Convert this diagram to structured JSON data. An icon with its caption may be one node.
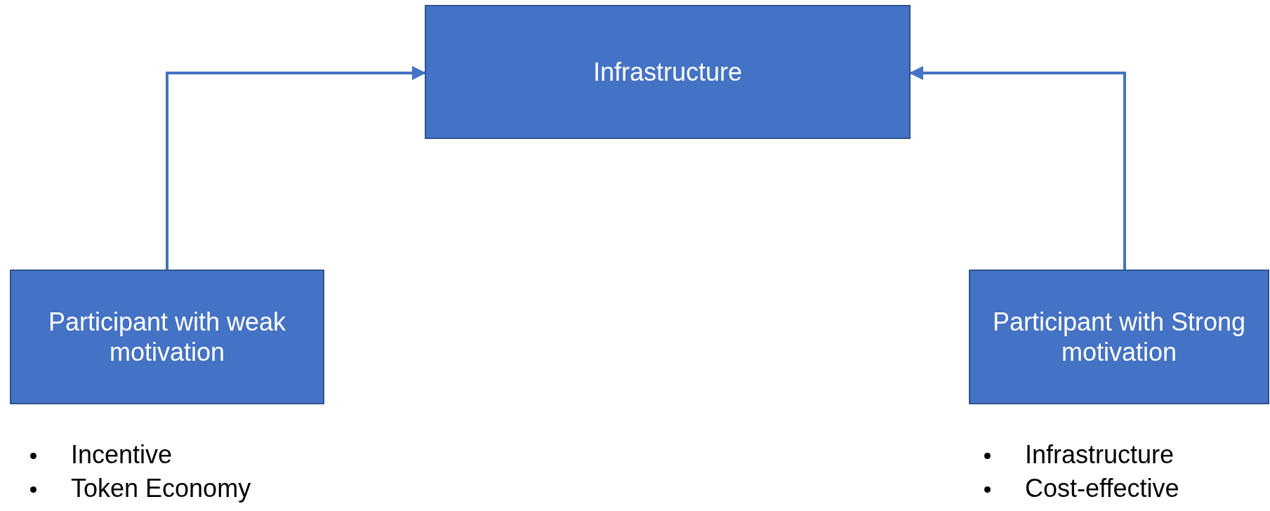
{
  "diagram": {
    "nodes": [
      {
        "text": [
          "Infrastructure"
        ]
      },
      {
        "text": [
          "Participant with weak motivation"
        ],
        "beside": [
          "Incentive",
          "Token Economy"
        ]
      },
      {
        "text": [
          "Participant with Strong motivation"
        ],
        "beside": [
          "Infrastructure",
          "Cost-effective"
        ]
      }
    ],
    "edges": [
      {
        "from": 1,
        "to": 0,
        "arrow": "to"
      },
      {
        "from": 2,
        "to": 0,
        "arrow": "to"
      }
    ]
  }
}
